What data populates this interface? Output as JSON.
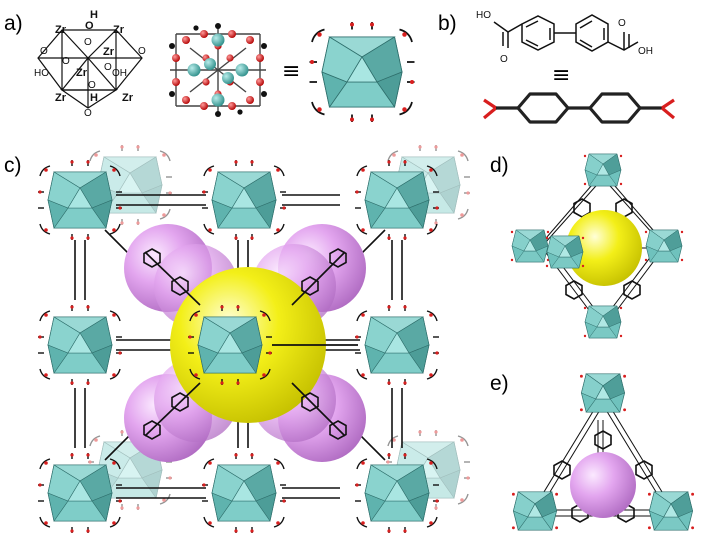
{
  "panels": {
    "a": "a)",
    "b": "b)",
    "c": "c)",
    "d": "d)",
    "e": "e)"
  },
  "equiv_symbol": "≡",
  "cluster_labels": {
    "zr": "Zr",
    "o": "O",
    "h": "H",
    "ho": "HO",
    "oh": "OH"
  },
  "linker_labels": {
    "ho": "HO",
    "o": "O",
    "oh": "OH"
  },
  "colors": {
    "teal": "#5fb8b3",
    "teal_light": "#8fd6d2",
    "teal_dark": "#3f8f8b",
    "oxygen": "#d81e1e",
    "carbon": "#111111",
    "pink": "#d994e6",
    "yellow": "#f3f016"
  }
}
